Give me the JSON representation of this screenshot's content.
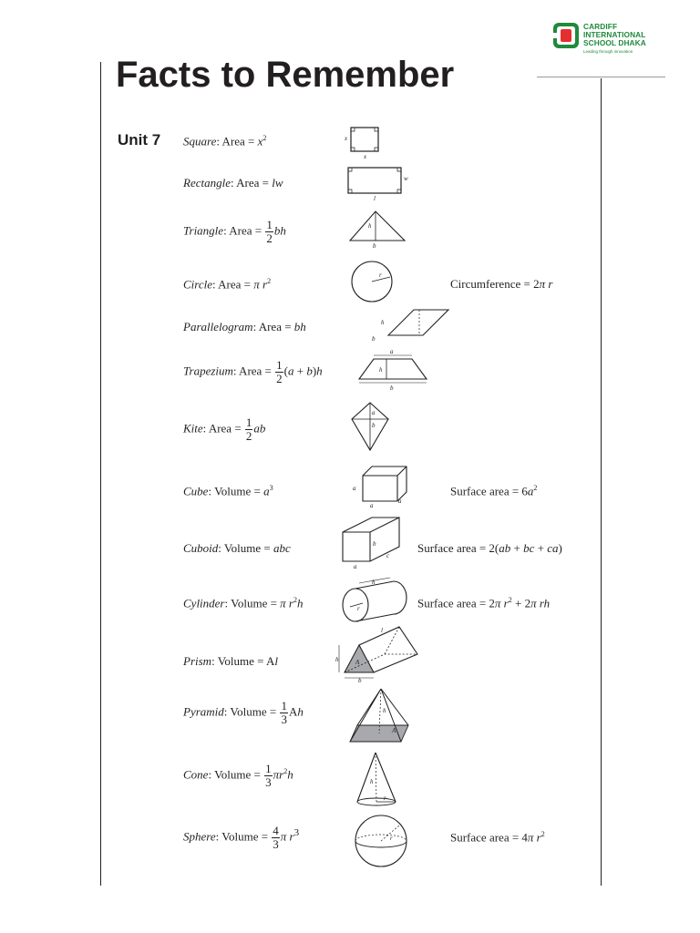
{
  "logo": {
    "line1": "CARDIFF",
    "line2": "INTERNATIONAL",
    "line3": "SCHOOL DHAKA",
    "tagline": "Leading through innovation"
  },
  "page": {
    "title": "Facts to Remember",
    "unit": "Unit 7"
  },
  "colors": {
    "logo_green": "#1f8a3c",
    "logo_red": "#e42f2f",
    "text": "#231f20"
  },
  "formulas": {
    "square": {
      "name": "Square",
      "rest": ": Area = "
    },
    "rectangle": {
      "name": "Rectangle",
      "rest": ": Area = ",
      "expr": "lw"
    },
    "triangle": {
      "name": "Triangle",
      "rest": ": Area = ",
      "num": "1",
      "den": "2",
      "expr": "bh"
    },
    "circle": {
      "name": "Circle",
      "rest": ": Area = ",
      "extra": "Circumference = 2"
    },
    "parallelogram": {
      "name": "Parallelogram",
      "rest": ": Area = ",
      "expr": "bh"
    },
    "trapezium": {
      "name": "Trapezium",
      "rest": ": Area = ",
      "num": "1",
      "den": "2"
    },
    "kite": {
      "name": "Kite",
      "rest": ": Area = ",
      "num": "1",
      "den": "2",
      "expr": "ab"
    },
    "cube": {
      "name": "Cube",
      "rest": ": Volume = ",
      "extra": "Surface area = 6"
    },
    "cuboid": {
      "name": "Cuboid",
      "rest": ": Volume = ",
      "expr": "abc",
      "extra": "Surface area = 2"
    },
    "cylinder": {
      "name": "Cylinder",
      "rest": ": Volume = ",
      "extra": "Surface area = 2"
    },
    "prism": {
      "name": "Prism",
      "rest": ": Volume = A"
    },
    "pyramid": {
      "name": "Pyramid",
      "rest": ": Volume = ",
      "num": "1",
      "den": "3",
      "expr": "A"
    },
    "cone": {
      "name": "Cone",
      "rest": ": Volume = ",
      "num": "1",
      "den": "3"
    },
    "sphere": {
      "name": "Sphere",
      "rest": ": Volume = ",
      "num": "4",
      "den": "3",
      "extra": "Surface area = 4"
    }
  },
  "labels": {
    "x": "x",
    "l": "l",
    "w": "w",
    "h": "h",
    "b": "b",
    "r": "r",
    "a": "a",
    "c": "c",
    "A": "A"
  }
}
